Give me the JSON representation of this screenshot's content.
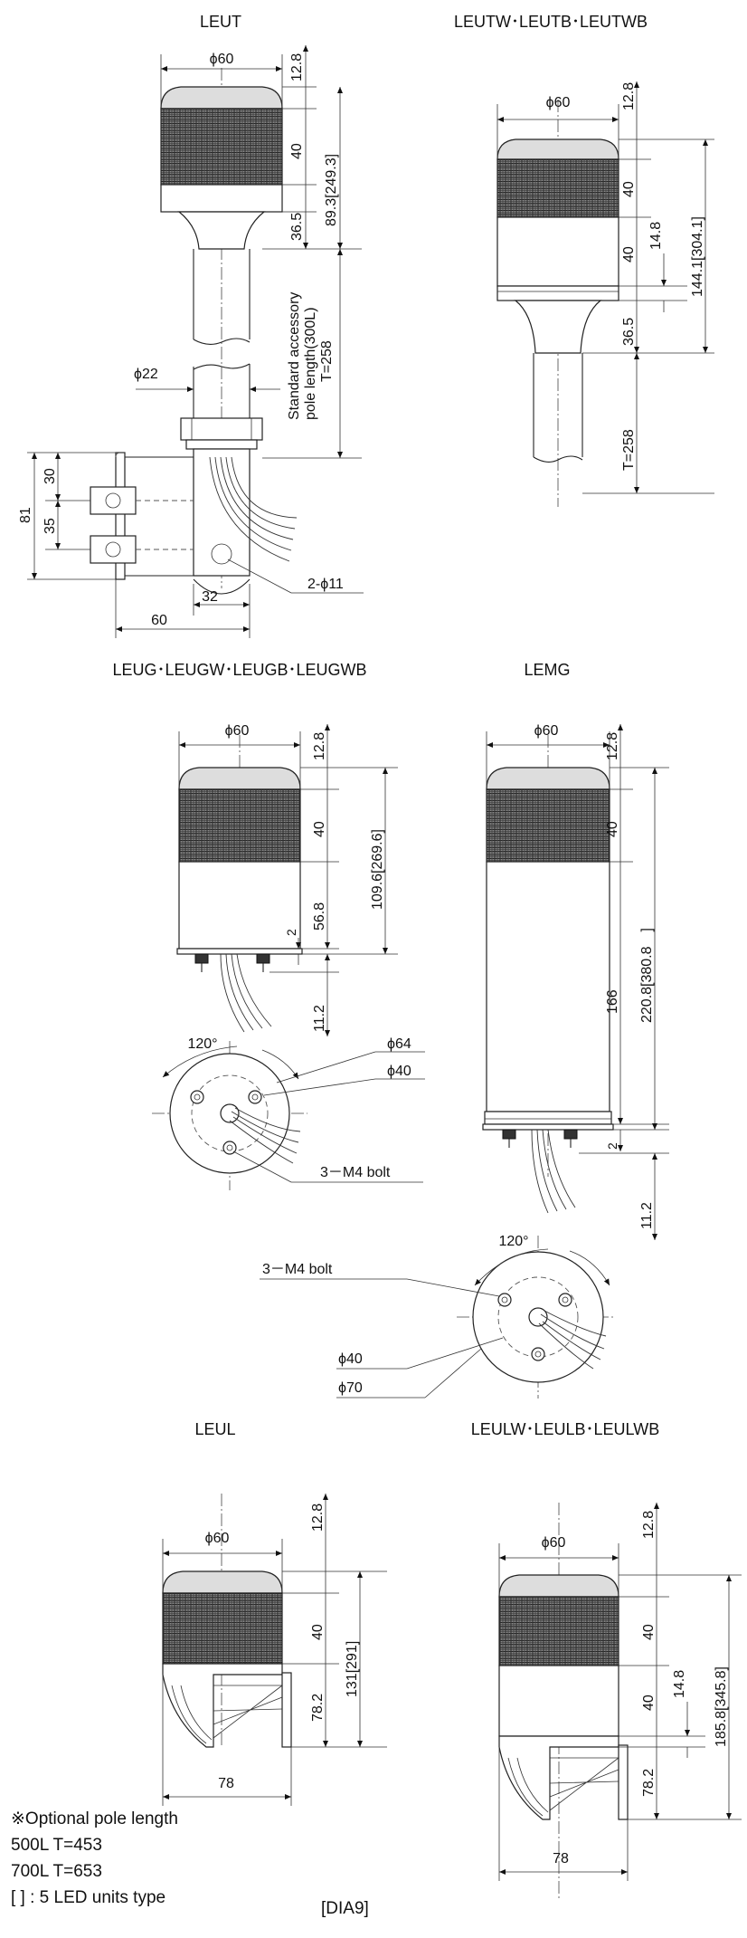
{
  "titles": {
    "leut": "LEUT",
    "leutw": "LEUTW･LEUTB･LEUTWB",
    "leug": "LEUG･LEUGW･LEUGB･LEUGWB",
    "lemg": "LEMG",
    "leul": "LEUL",
    "leulw": "LEULW･LEULB･LEULWB"
  },
  "leut": {
    "dia": "ϕ60",
    "d_top": "12.8",
    "d_led": "40",
    "d_base": "36.5",
    "d_total": "89.3[249.3]",
    "pole_note_1": "Standard accessory",
    "pole_note_2": "pole length(300L)",
    "pole_note_3": "T=258",
    "pole_dia": "ϕ22",
    "d_30": "30",
    "d_35": "35",
    "d_81": "81",
    "d_60": "60",
    "d_32": "32",
    "holes": "2-ϕ11"
  },
  "leutw": {
    "dia": "ϕ60",
    "d_top": "12.8",
    "d_led": "40",
    "d_body": "40",
    "d_gap": "14.8",
    "d_base": "36.5",
    "d_total": "144.1[304.1]",
    "pole": "T=258"
  },
  "leug": {
    "dia": "ϕ60",
    "d_top": "12.8",
    "d_led": "40",
    "d_body": "56.8",
    "d_2": "2",
    "d_cable": "11.2",
    "d_total": "109.6[269.6]",
    "angle": "120°",
    "pcd_outer": "ϕ64",
    "pcd_inner": "ϕ40",
    "bolt": "3－M4 bolt"
  },
  "lemg": {
    "dia": "ϕ60",
    "d_top": "12.8",
    "d_led": "40",
    "d_body": "166",
    "d_total": "220.8[380.8 ]",
    "d_2": "2",
    "d_cable": "11.2",
    "angle": "120°",
    "bolt": "3－M4 bolt",
    "pcd_inner": "ϕ40",
    "pcd_outer": "ϕ70"
  },
  "leul": {
    "dia": "ϕ60",
    "d_top": "12.8",
    "d_led": "40",
    "d_base": "78.2",
    "d_total": "131[291]",
    "d_width": "78"
  },
  "leulw": {
    "dia": "ϕ60",
    "d_top": "12.8",
    "d_led": "40",
    "d_body": "40",
    "d_gap": "14.8",
    "d_base": "78.2",
    "d_total": "185.8[345.8]",
    "d_width": "78"
  },
  "notes": {
    "line1": "※Optional pole length",
    "line2": "500L  T=453",
    "line3": "700L  T=653",
    "line4": "[ ] : 5 LED units type"
  },
  "figure_label": "[DIA9]"
}
